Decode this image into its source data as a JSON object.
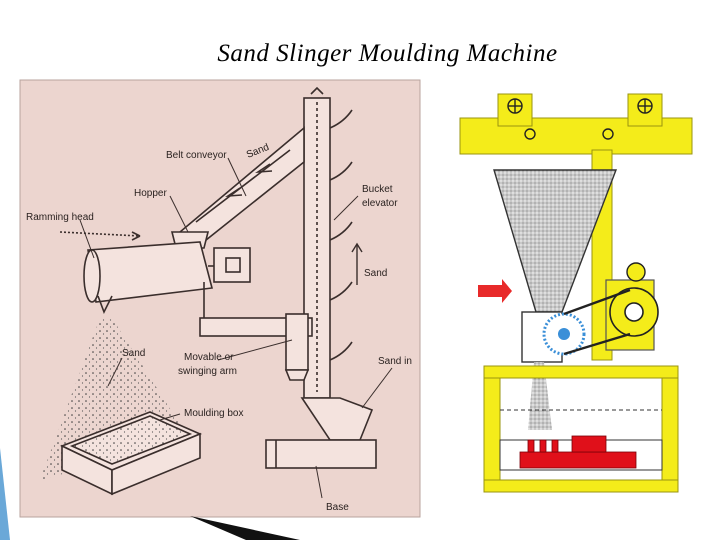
{
  "slide": {
    "title": "Sand Slinger Moulding Machine"
  },
  "left_diagram": {
    "labels": {
      "belt_conveyor": "Belt conveyor",
      "sand_top": "Sand",
      "hopper": "Hopper",
      "ramming_head": "Ramming head",
      "bucket": "Bucket",
      "elevator": "elevator",
      "sand_mid": "Sand",
      "sand_left": "Sand",
      "movable_or": "Movable or",
      "swinging_arm": "swinging arm",
      "sand_in": "Sand in",
      "moulding_box": "Moulding box",
      "base": "Base"
    },
    "colors": {
      "paper": "#ecd5cf",
      "ink": "#3a2e2c"
    }
  },
  "right_diagram": {
    "colors": {
      "frame": "#f4ec1a",
      "pattern": "#e0101a",
      "arrow": "#e82a2a",
      "impeller": "#3a8fd8"
    }
  }
}
